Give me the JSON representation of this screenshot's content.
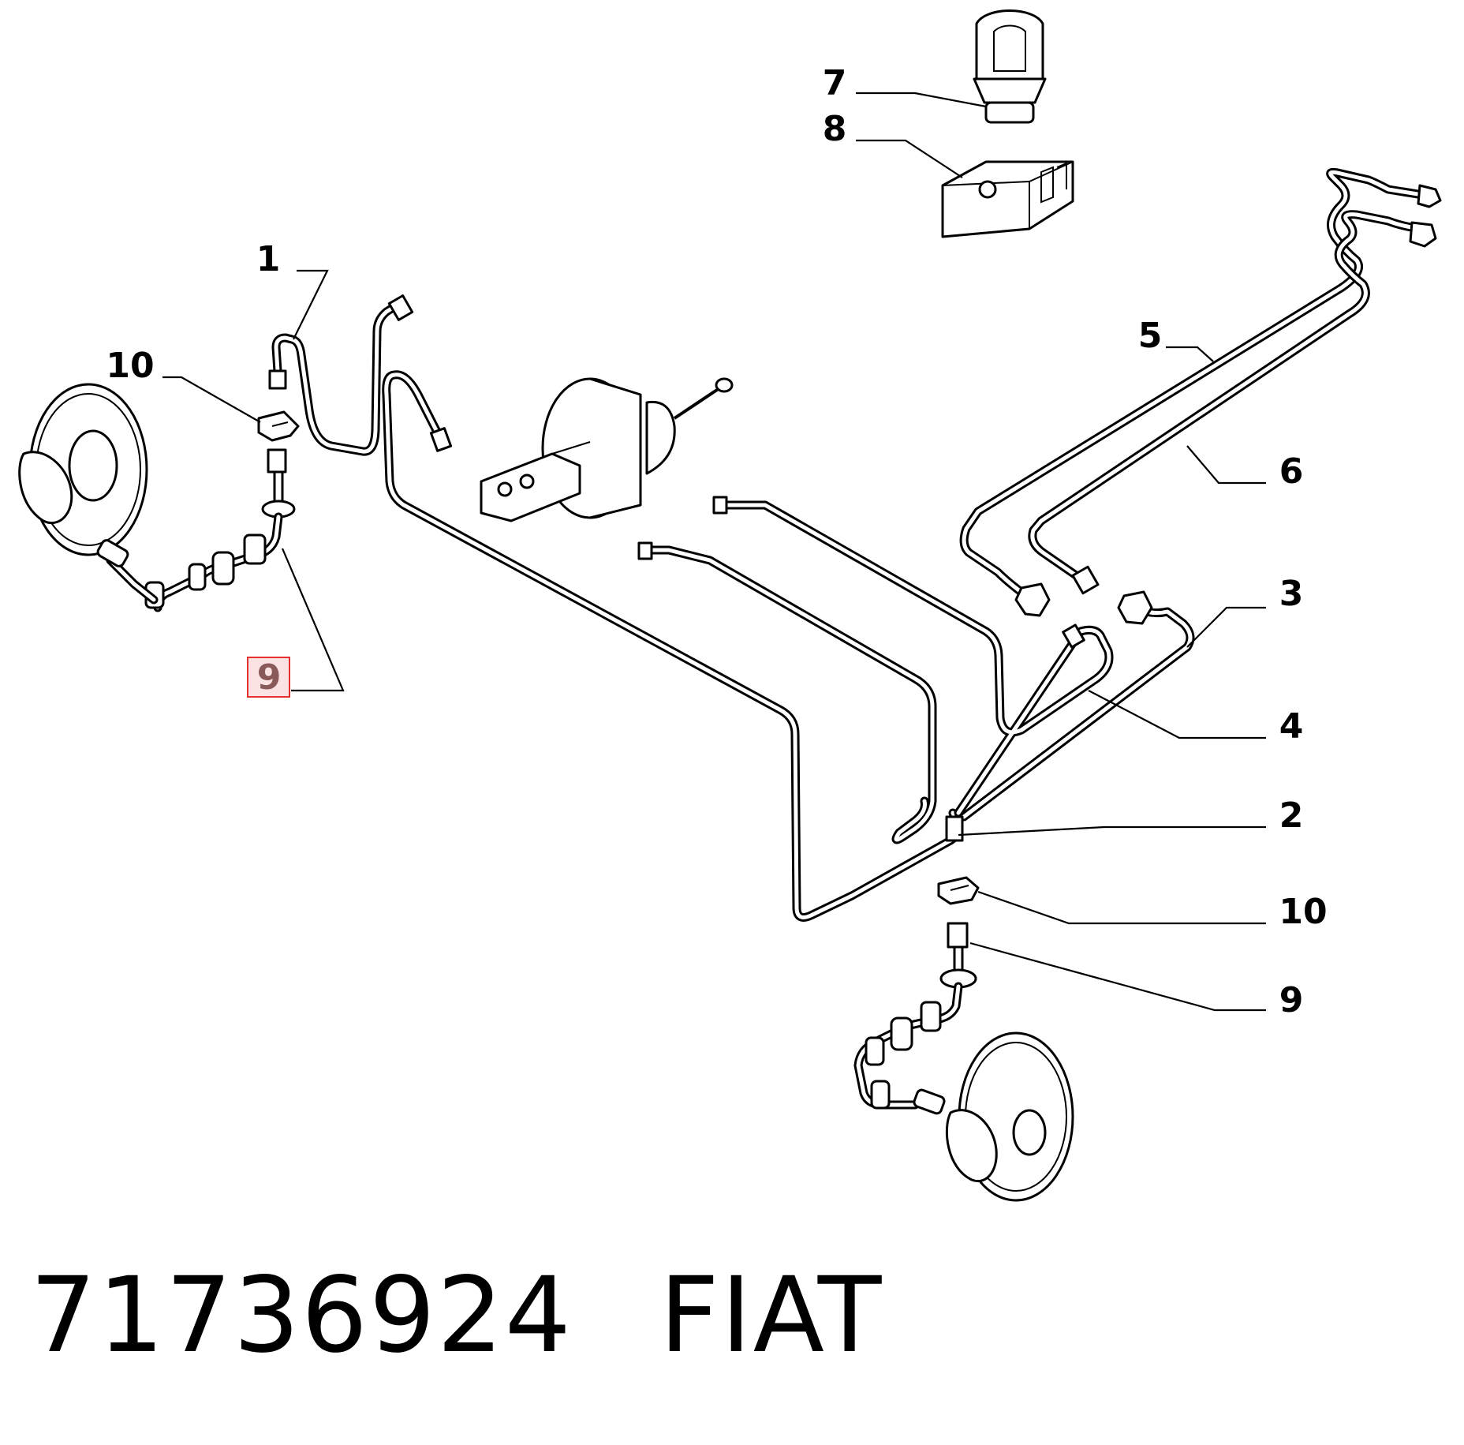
{
  "diagram": {
    "callouts": {
      "c1": "1",
      "c2": "2",
      "c3": "3",
      "c4": "4",
      "c5": "5",
      "c6": "6",
      "c7": "7",
      "c8": "8",
      "c9_left": "9",
      "c9_right": "9",
      "c10_left": "10",
      "c10_right": "10"
    },
    "highlight": {
      "border_color": "#e53030",
      "fill_color": "#fbe3e3",
      "label_color": "#8a5a5a"
    }
  },
  "caption": {
    "part_number": "71736924",
    "brand": "FIAT"
  }
}
